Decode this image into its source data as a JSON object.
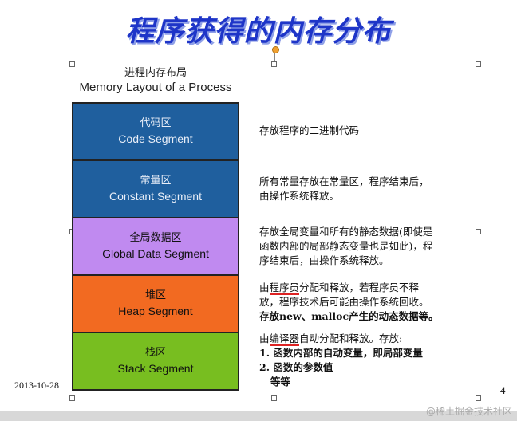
{
  "slide": {
    "title": "程序获得的内存分布",
    "subtitle_cn": "进程内存布局",
    "subtitle_en": "Memory Layout of a Process",
    "date": "2013-10-28",
    "page_number": "4",
    "watermark": "@稀土掘金技术社区"
  },
  "segments": [
    {
      "cn": "代码区",
      "en": "Code Segment",
      "color": "#1f5f9e"
    },
    {
      "cn": "常量区",
      "en": "Constant Segment",
      "color": "#1f5f9e"
    },
    {
      "cn": "全局数据区",
      "en": "Global Data Segment",
      "color": "#c08af0"
    },
    {
      "cn": "堆区",
      "en": "Heap Segment",
      "color": "#f26a21"
    },
    {
      "cn": "栈区",
      "en": "Stack Segment",
      "color": "#78be20"
    }
  ],
  "descriptions": {
    "code": [
      "存放程序的二进制代码"
    ],
    "constant": [
      "所有常量存放在常量区，程序结束后，",
      "由操作系统释放。"
    ],
    "global": [
      "存放全局变量和所有的静态数据(即使是",
      "函数内部的局部静态变量也是如此)，程",
      "序结束后，由操作系统释放。"
    ],
    "heap": {
      "line1_prefix": "由",
      "line1_underlined": "程序员",
      "line1_suffix": "分配和释放，若程序员不释",
      "line2": "放，程序技术后可能由操作系统回收。",
      "line3": "存放new、malloc产生的动态数据等。"
    },
    "stack": {
      "line1_prefix": "由",
      "line1_underlined": "编译器",
      "line1_suffix": "自动分配和释放。存放:",
      "item1": "1. 函数内部的自动变量，即局部变量",
      "item2": "2. 函数的参数值",
      "item3": "等等"
    }
  }
}
